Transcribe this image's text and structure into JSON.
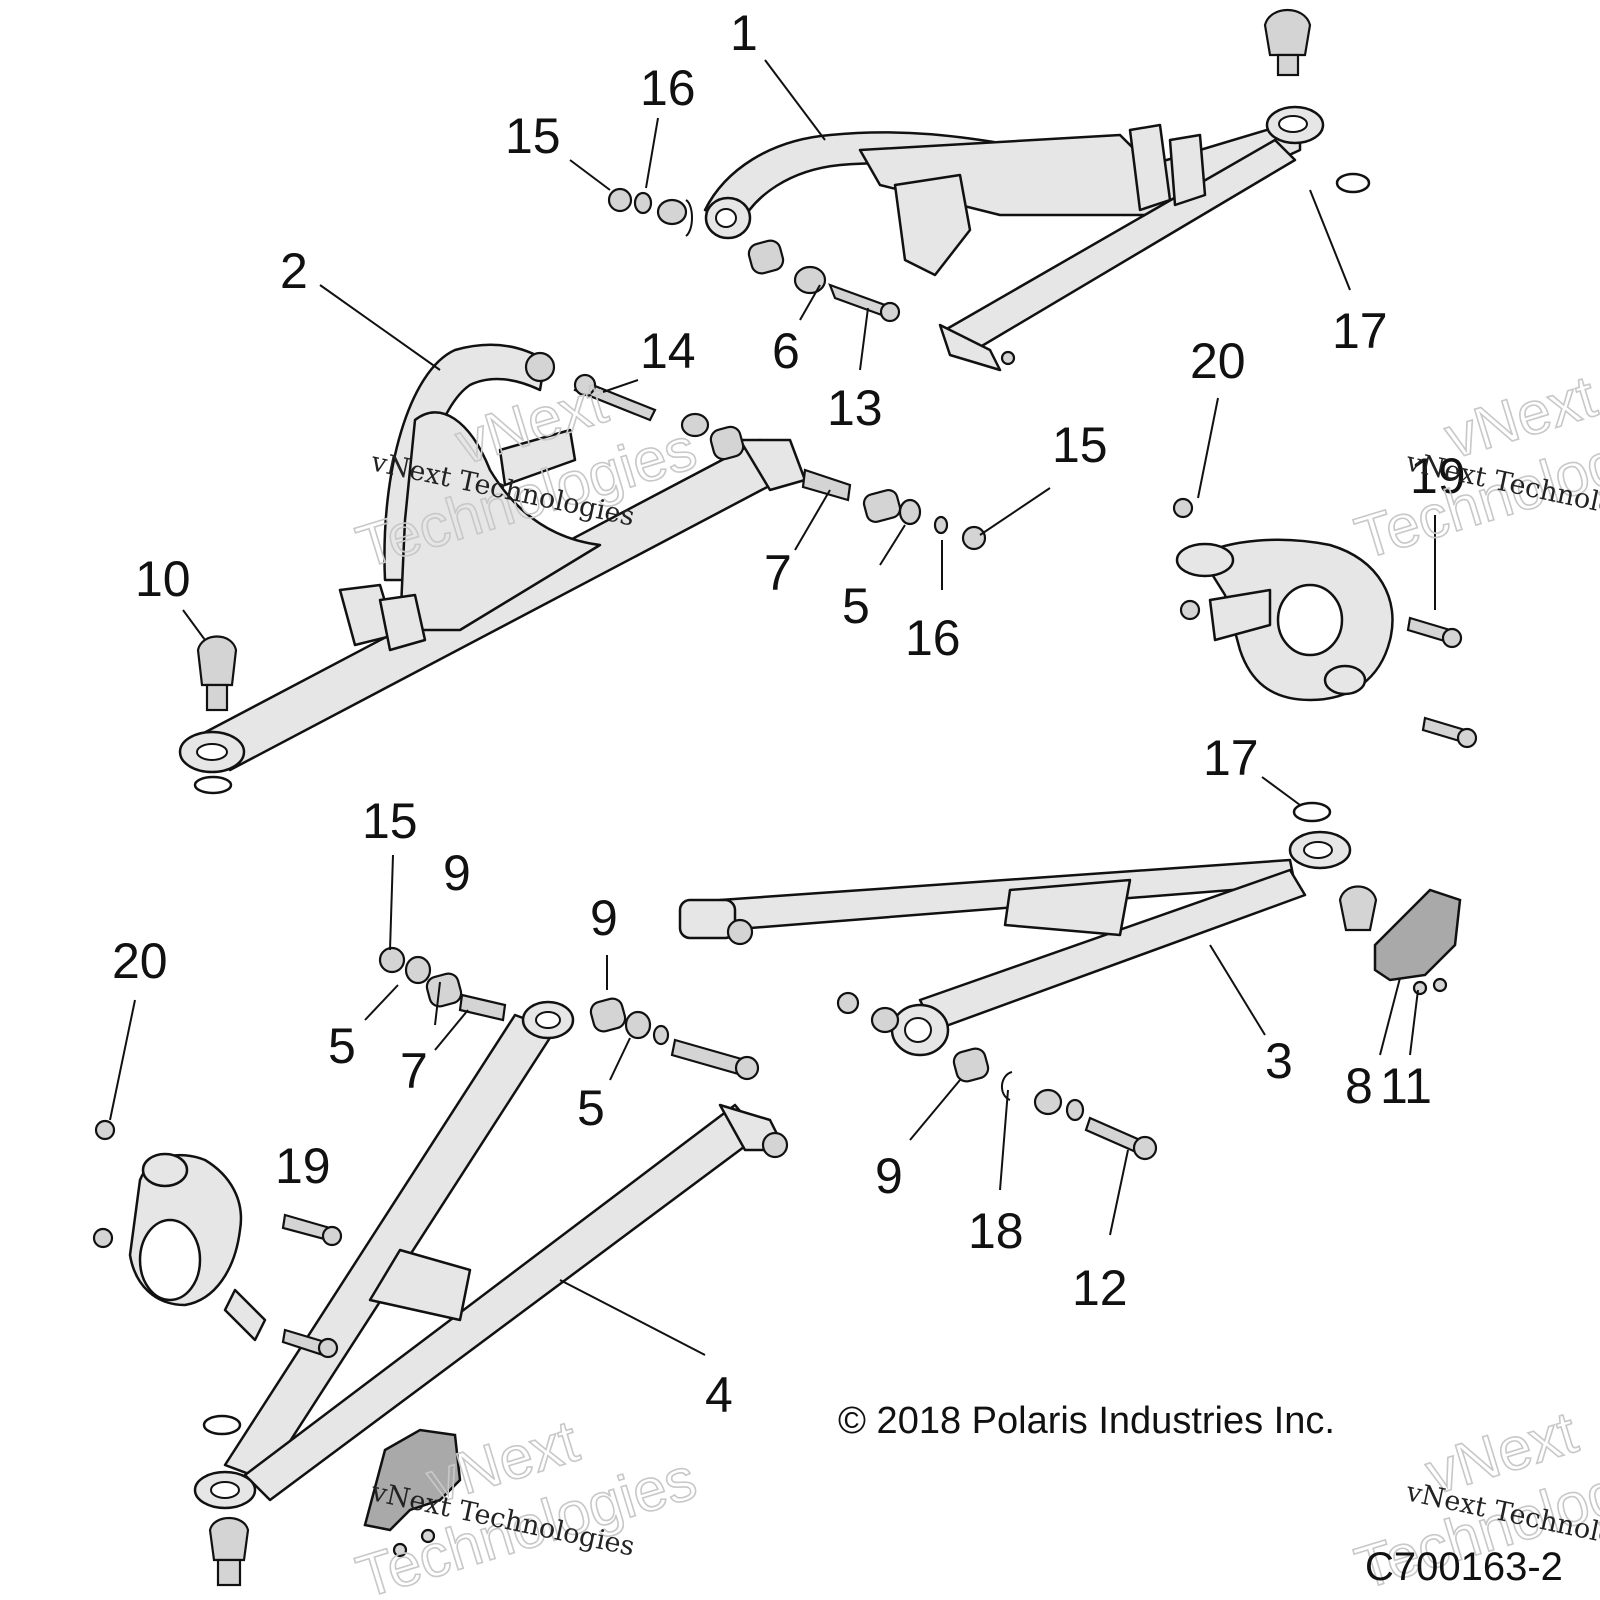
{
  "callouts": {
    "c1": "1",
    "c2": "2",
    "c3": "3",
    "c4": "4",
    "c5a": "5",
    "c5b": "5",
    "c5c": "5",
    "c6": "6",
    "c7a": "7",
    "c7b": "7",
    "c8": "8",
    "c9a": "9",
    "c9b": "9",
    "c9c": "9",
    "c10": "10",
    "c11": "11",
    "c12": "12",
    "c13": "13",
    "c14": "14",
    "c15a": "15",
    "c15b": "15",
    "c15c": "15",
    "c16a": "16",
    "c16b": "16",
    "c17a": "17",
    "c17b": "17",
    "c18": "18",
    "c19a": "19",
    "c19b": "19",
    "c20a": "20",
    "c20b": "20"
  },
  "copyright": "© 2018 Polaris Industries Inc.",
  "figure_id": "C700163-2",
  "watermark": {
    "line_small": "vNext Technologies",
    "line_big_1": "vNext",
    "line_big_2": "Technologies"
  }
}
